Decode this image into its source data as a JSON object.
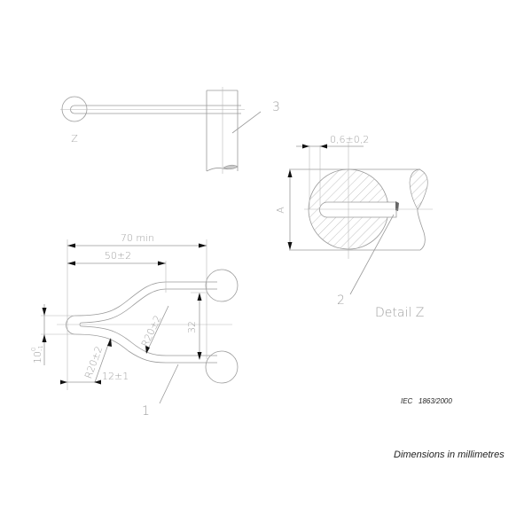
{
  "figure": {
    "title": "Dimensions in millimetres",
    "reference": "IEC   1863/2000"
  },
  "top_view": {
    "detail_marker": "Z",
    "callout": "3"
  },
  "detail_view": {
    "title": "Detail Z",
    "callout": "2",
    "dim_slot": "0,6±0,2",
    "dim_height": "A"
  },
  "main_view": {
    "callout": "1",
    "dim_overall": "70 min",
    "dim_length": "50±2",
    "dim_spacing": "32",
    "dim_radius_upper": "R20±2",
    "dim_radius_lower": "R20±2",
    "dim_tip": "12±1",
    "dim_offset": "10",
    "dim_offset_tol_upper": "0",
    "dim_offset_tol_lower": "-1"
  },
  "colors": {
    "line": "#9a9a9a",
    "text": "#a0a0a0",
    "arrow": "#111111",
    "note": "#222222"
  }
}
